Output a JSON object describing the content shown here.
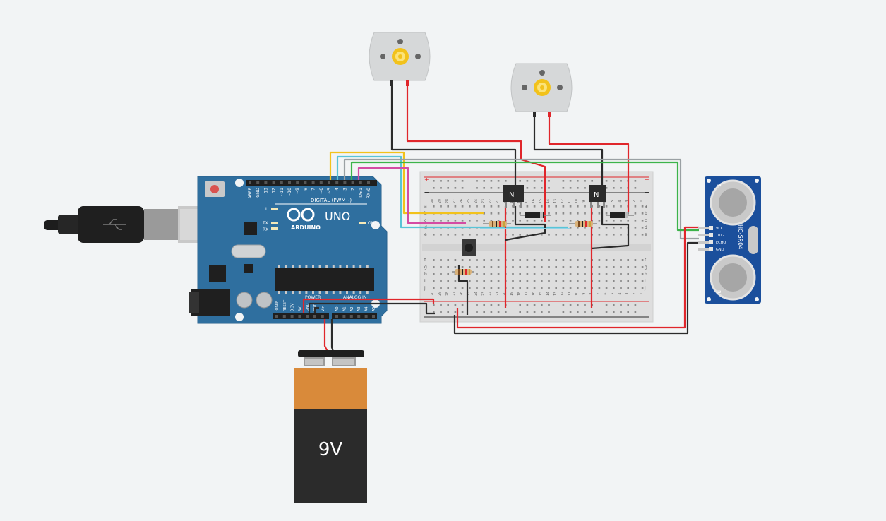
{
  "arduino": {
    "brand": "ARDUINO",
    "model": "UNO",
    "digital_label": "DIGITAL (PWM~)",
    "power_label": "POWER",
    "analog_label": "ANALOG IN",
    "digital_pins": [
      "AREF",
      "GND",
      "13",
      "12",
      "~11",
      "~10",
      "~9",
      "8",
      "7",
      "~6",
      "~5",
      "4",
      "~3",
      "2",
      "TX▸1",
      "RX◂0"
    ],
    "power_pins": [
      "IOREF",
      "RESET",
      "3.3V",
      "5V",
      "GND",
      "GND",
      "Vin"
    ],
    "analog_pins": [
      "A0",
      "A1",
      "A2",
      "A3",
      "A4",
      "A5"
    ],
    "led_l": "L",
    "led_tx": "TX",
    "led_rx": "RX",
    "led_on": "ON"
  },
  "battery": {
    "label": "9V"
  },
  "sensor": {
    "name": "HC-SR04",
    "pins": [
      "VCC",
      "TRIG",
      "ECHO",
      "GND"
    ],
    "marks": [
      "T",
      "R"
    ]
  },
  "transistors": [
    "N",
    "N"
  ],
  "breadboard": {
    "plus": "+",
    "minus": "−",
    "rows_top": [
      "a",
      "b",
      "c",
      "d",
      "e"
    ],
    "rows_bottom": [
      "f",
      "g",
      "h",
      "i",
      "j"
    ],
    "columns": [
      "30",
      "29",
      "28",
      "27",
      "26",
      "25",
      "24",
      "23",
      "22",
      "21",
      "20",
      "19",
      "18",
      "17",
      "16",
      "15",
      "14",
      "13",
      "12",
      "11",
      "10",
      "9",
      "8",
      "7",
      "6",
      "5",
      "4",
      "3",
      "2",
      "1"
    ]
  },
  "colors": {
    "wire_red": "#e0262b",
    "wire_black": "#2b2b2b",
    "wire_yellow": "#f2c21b",
    "wire_cyan": "#59c4d6",
    "wire_green": "#3cb34a",
    "wire_gray": "#9aa0a3",
    "wire_magenta": "#d44ca4",
    "wire_blue": "#8fd3e8",
    "arduino_blue": "#2f6f9f",
    "sensor_blue": "#1b4f9c"
  }
}
